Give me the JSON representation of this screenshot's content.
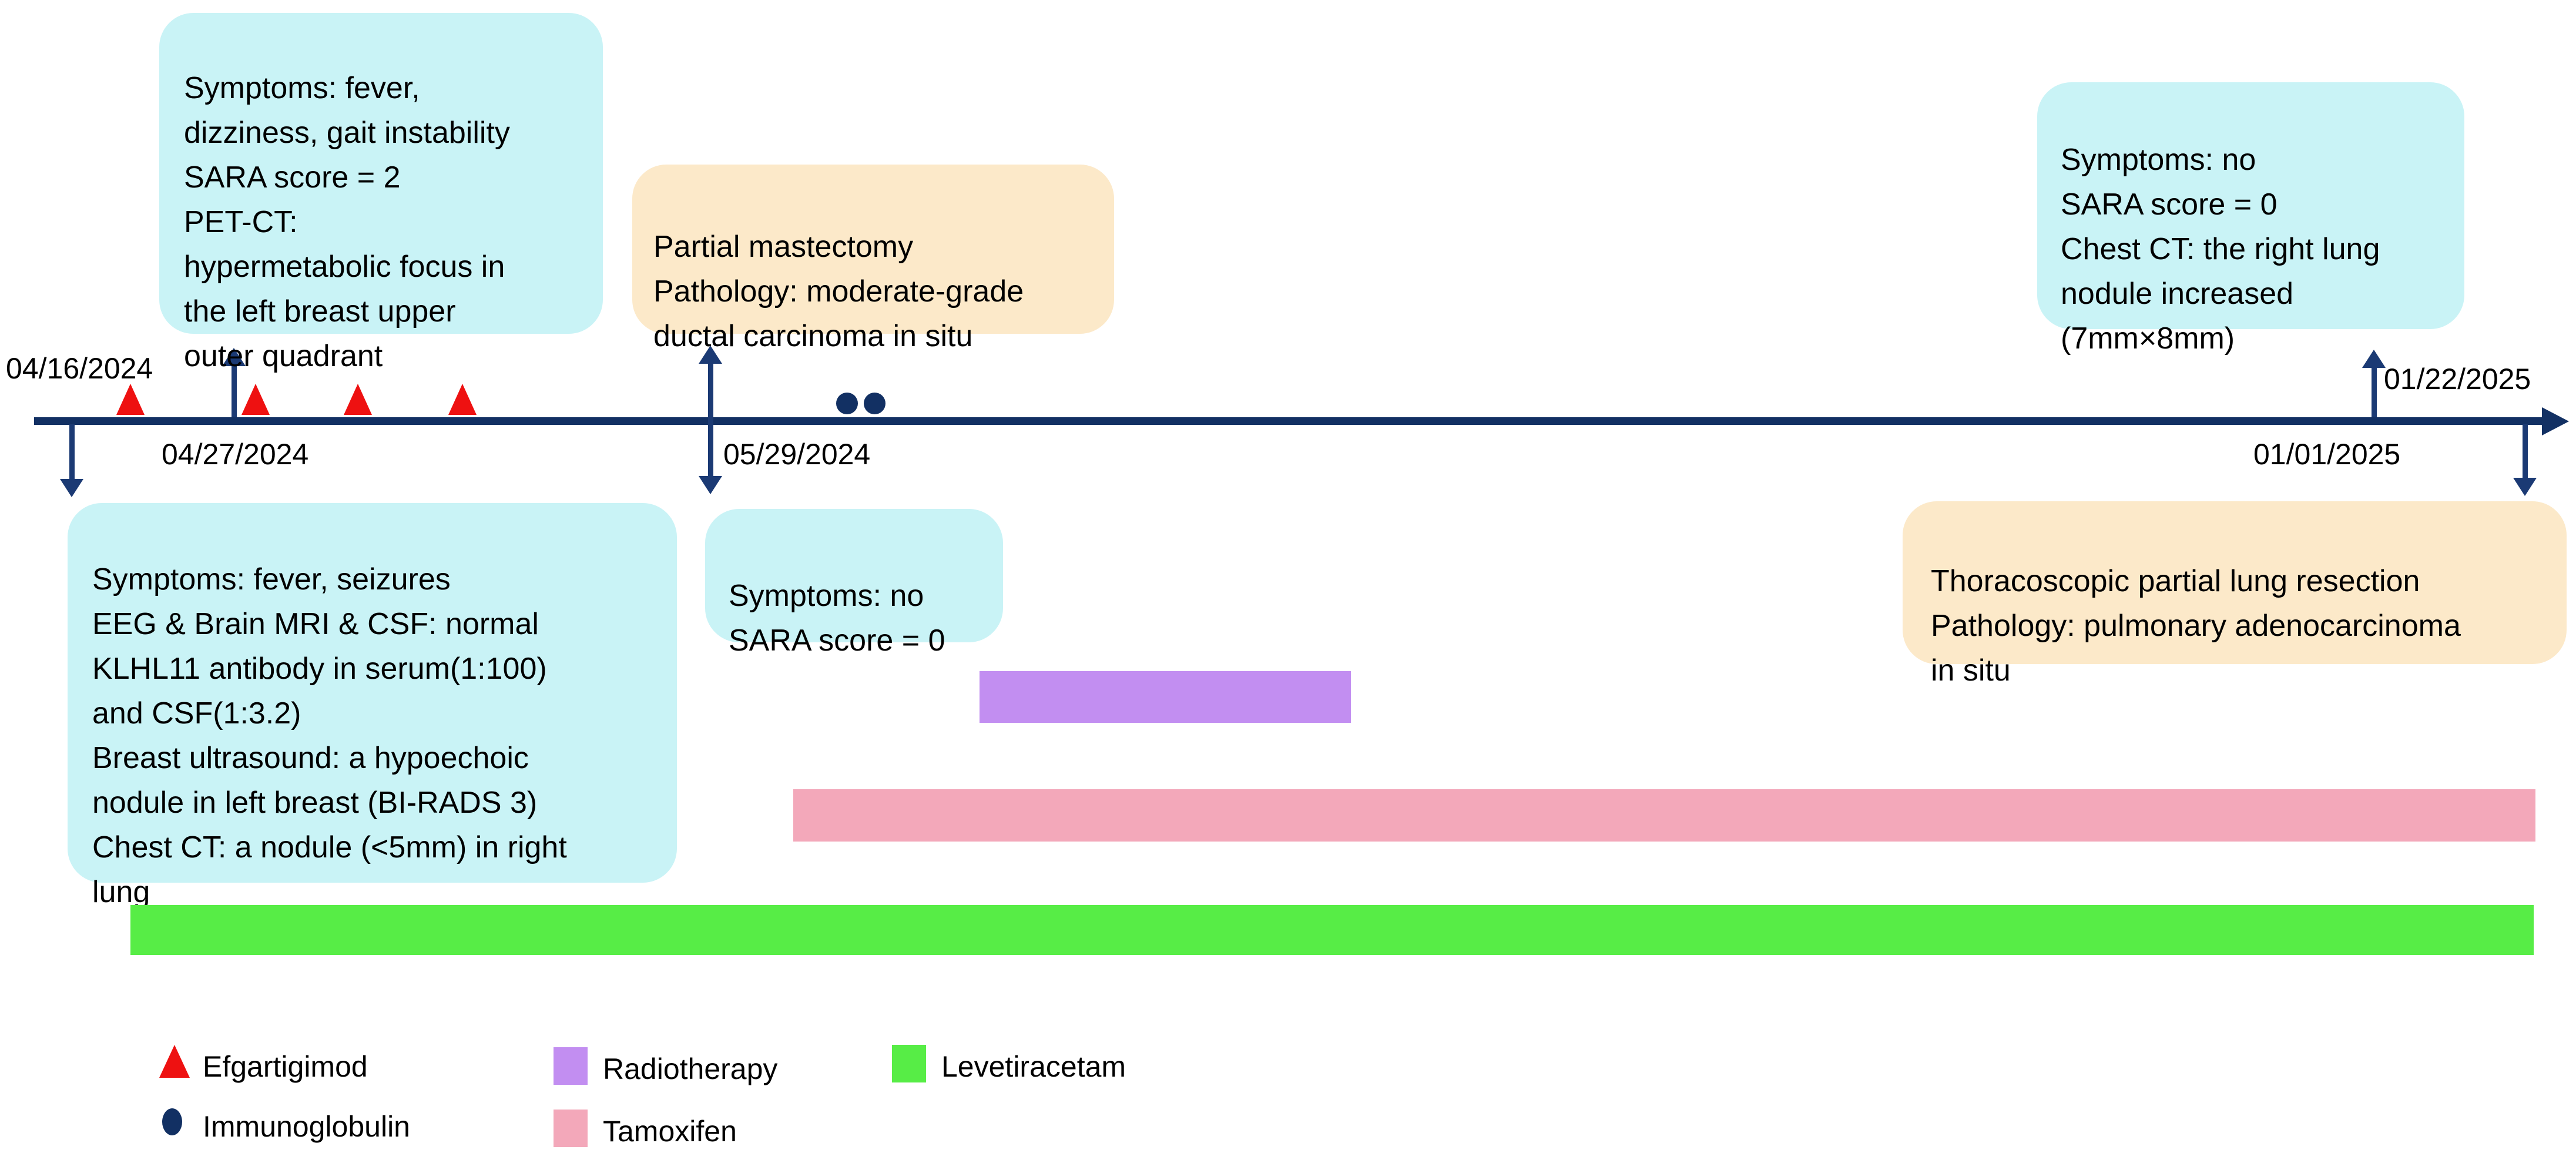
{
  "figure": {
    "type": "clinical-timeline",
    "background": "#ffffff"
  },
  "palette": {
    "axis_navy": "#123063",
    "arrow_navy": "#1b3a74",
    "marker_red": "#ee1111",
    "callout_cyan": "#c9f3f6",
    "callout_orange": "#fce9c9",
    "radiotherapy_purple": "#c28ef1",
    "tamoxifen_pink": "#f3a8ba",
    "levetiracetam_green": "#57ed46",
    "text_black": "#000000"
  },
  "axis": {
    "date_labels": {
      "apr16": "04/16/2024",
      "apr27": "04/27/2024",
      "may29": "05/29/2024",
      "jan01": "01/01/2025",
      "jan22": "01/22/2025"
    },
    "efgartigimod_triangle_count": 4,
    "immunoglobulin_dot_count": 2
  },
  "callouts": {
    "onset_workup": {
      "text": "Symptoms: fever,\ndizziness, gait instability\nSARA score = 2\nPET-CT:\nhypermetabolic focus in\nthe left breast upper\nouter quadrant"
    },
    "admission": {
      "text": "Symptoms: fever, seizures\nEEG & Brain MRI & CSF: normal\nKLHL11 antibody in serum(1:100)\nand CSF(1:3.2)\nBreast ultrasound: a hypoechoic\nnodule in left breast (BI-RADS 3)\nChest CT: a nodule (<5mm) in right\nlung"
    },
    "mastectomy": {
      "text": "Partial mastectomy\nPathology: moderate-grade\nductal carcinoma in situ"
    },
    "followup_may": {
      "text": "Symptoms: no\nSARA score = 0"
    },
    "followup_jan": {
      "text": "Symptoms: no\nSARA score = 0\nChest CT: the right lung\nnodule increased\n(7mm×8mm)"
    },
    "lung_resection": {
      "text": "Thoracoscopic partial lung resection\nPathology: pulmonary adenocarcinoma\nin situ"
    }
  },
  "treatment_bars": {
    "radiotherapy": {
      "label": "Radiotherapy",
      "color": "#c28ef1"
    },
    "tamoxifen": {
      "label": "Tamoxifen",
      "color": "#f3a8ba"
    },
    "levetiracetam": {
      "label": "Levetiracetam",
      "color": "#57ed46"
    }
  },
  "legend": {
    "efgartigimod": "Efgartigimod",
    "immunoglobulin": "Immunoglobulin",
    "radiotherapy": "Radiotherapy",
    "tamoxifen": "Tamoxifen",
    "levetiracetam": "Levetiracetam"
  }
}
